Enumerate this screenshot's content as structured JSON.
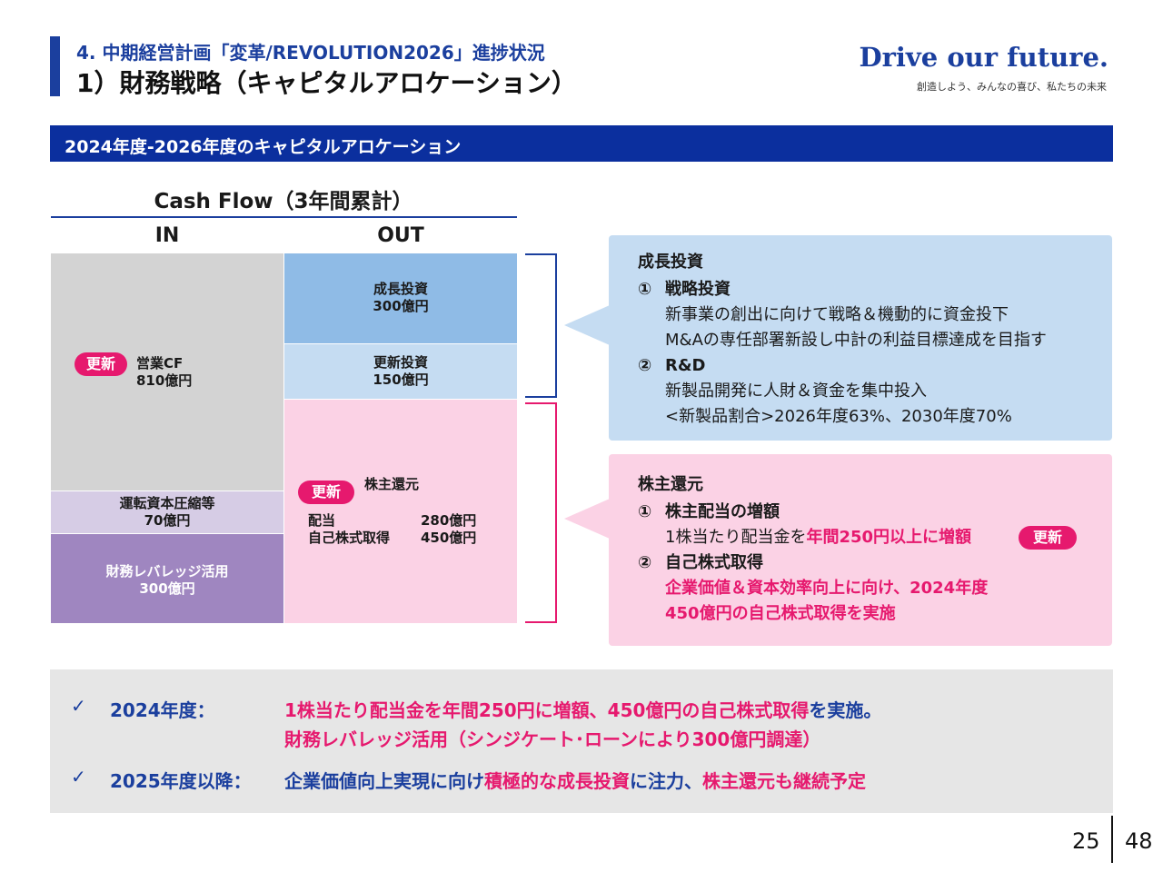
{
  "header": {
    "subtitle": "4.  中期経営計画「変革/REVOLUTION2026」進捗状況",
    "title": "1）財務戦略（キャピタルアロケーション）"
  },
  "brand": {
    "slogan": "Drive our future.",
    "tagline": "創造しよう、みんなの喜び、私たちの未来"
  },
  "section": {
    "title": "2024年度-2026年度のキャピタルアロケーション"
  },
  "cashflow": {
    "title": "Cash Flow（3年間累計）",
    "in_label": "IN",
    "out_label": "OUT",
    "in": {
      "operating_cf": {
        "label": "営業CF",
        "value": "810億円"
      },
      "working_capital": {
        "label": "運転資本圧縮等",
        "value": "70億円"
      },
      "leverage": {
        "label": "財務レバレッジ活用",
        "value": "300億円"
      }
    },
    "out": {
      "growth": {
        "label": "成長投資",
        "value": "300億円"
      },
      "renewal": {
        "label": "更新投資",
        "value": "150億円"
      },
      "shareholder": {
        "label": "株主還元",
        "dividend_label": "配当",
        "dividend_value": "280億円",
        "buyback_label": "自己株式取得",
        "buyback_value": "450億円"
      }
    },
    "badge": "更新"
  },
  "growth_callout": {
    "title": "成長投資",
    "item1_num": "①",
    "item1_title": "戦略投資",
    "item1_line1": "新事業の創出に向けて戦略＆機動的に資金投下",
    "item1_line2": "M&Aの専任部署新設し中計の利益目標達成を目指す",
    "item2_num": "②",
    "item2_title": "R&D",
    "item2_line1": "新製品開発に人財＆資金を集中投入",
    "item2_line2": "<新製品割合>2026年度63%、2030年度70%"
  },
  "return_callout": {
    "title": "株主還元",
    "item1_num": "①",
    "item1_title": "株主配当の増額",
    "item1_text_a": "1株当たり配当金を",
    "item1_text_b": "年間250円以上に増額",
    "badge": "更新",
    "item2_num": "②",
    "item2_title": "自己株式取得",
    "item2_line1": "企業価値＆資本効率向上に向け、2024年度",
    "item2_line2": "450億円の自己株式取得を実施"
  },
  "summary": {
    "check": "✓",
    "row1_label": "2024年度：",
    "row1_line1_pink": "1株当たり配当金を年間250円に増額、450億円の自己株式取得",
    "row1_line1_blue": "を実施。",
    "row1_line2": "財務レバレッジ活用（シンジケート･ローンにより300億円調達）",
    "row2_label": "2025年度以降：",
    "row2_blue_a": "企業価値向上実現に向け",
    "row2_pink_a": "積極的な成長投資",
    "row2_blue_b": "に注力、",
    "row2_pink_b": "株主還元も継続予定"
  },
  "page": {
    "current": "25",
    "total": "48"
  },
  "colors": {
    "navy": "#1b3f9e",
    "section_bar": "#0b2f9e",
    "pink_accent": "#e6196e",
    "in_gray": "#d3d3d3",
    "in_lavender": "#d6cce5",
    "in_purple": "#9f86c0",
    "out_growth": "#8fbbe6",
    "out_renewal": "#c5dcf2",
    "out_return": "#fbd2e5",
    "callout_blue": "#c5dcf2",
    "callout_pink": "#fbd2e5",
    "summary_gray": "#e6e6e6"
  }
}
